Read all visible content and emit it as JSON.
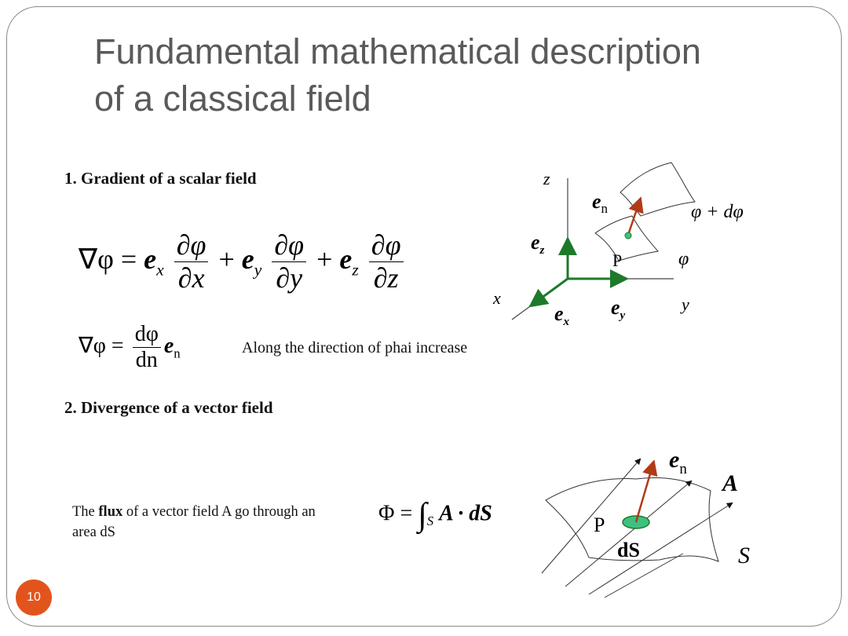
{
  "slide": {
    "title_line1": "Fundamental mathematical description",
    "title_line2": "of a classical field",
    "page_number": "10"
  },
  "section1": {
    "heading": "1. Gradient of a scalar field",
    "equation_lhs": "∇φ =",
    "term_x_vec": "e",
    "term_x_sub": "x",
    "term_x_num": "∂φ",
    "term_x_den": "∂x",
    "term_y_vec": "e",
    "term_y_sub": "y",
    "term_y_num": "∂φ",
    "term_y_den": "∂y",
    "term_z_vec": "e",
    "term_z_sub": "z",
    "term_z_num": "∂φ",
    "term_z_den": "∂z",
    "plus": "+",
    "directional_lhs": "∇φ =",
    "directional_num": "dφ",
    "directional_den": "dn",
    "directional_vec": "e",
    "directional_sub": "n",
    "note": "Along the direction of phai increase"
  },
  "diagram1": {
    "axis_z": "z",
    "axis_x": "x",
    "axis_y": "y",
    "unit_z": "e",
    "unit_z_sub": "z",
    "unit_x": "e",
    "unit_x_sub": "x",
    "unit_y": "e",
    "unit_y_sub": "y",
    "normal": "e",
    "normal_sub": "n",
    "point": "P",
    "surface_upper": "φ + dφ",
    "surface_lower": "φ"
  },
  "section2": {
    "heading": "2. Divergence of a vector field",
    "flux_pre": "The ",
    "flux_bold": "flux",
    "flux_post": " of a vector field A go through an area dS",
    "flux_lhs": "Φ =",
    "flux_sub": "S",
    "flux_integrand": "A · dS"
  },
  "diagram2": {
    "normal": "e",
    "normal_sub": "n",
    "field": "A",
    "point": "P",
    "element": "dS",
    "surface": "S"
  }
}
